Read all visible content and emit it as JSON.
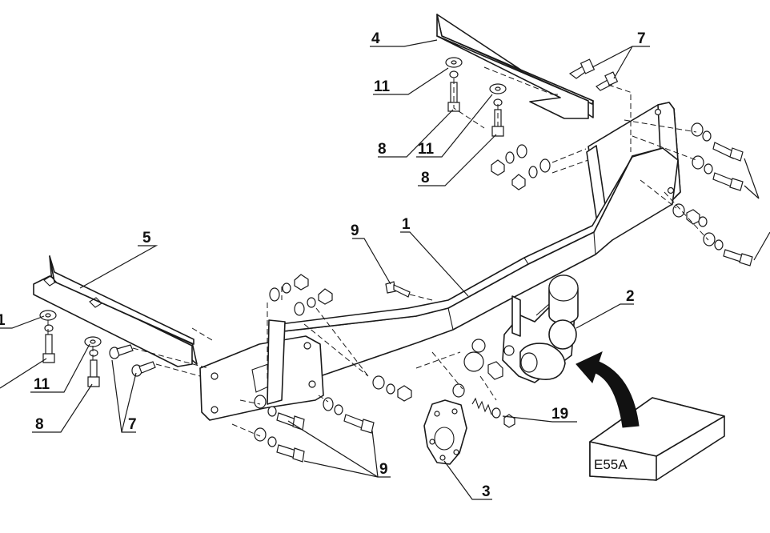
{
  "labels": {
    "l4": "4",
    "l7a": "7",
    "l11a": "11",
    "l8a": "8",
    "l11b": "11",
    "l8b": "8",
    "l5": "5",
    "l1a": "1",
    "l11c": "11",
    "l8c": "8",
    "l7b": "7",
    "l9a": "9",
    "l1b": "1",
    "l2": "2",
    "l19": "19",
    "l3": "3",
    "l9b": "9"
  },
  "box_label": "E55A",
  "colors": {
    "line": "#1a1a1a",
    "fill": "#ffffff",
    "arrow": "#111111"
  }
}
